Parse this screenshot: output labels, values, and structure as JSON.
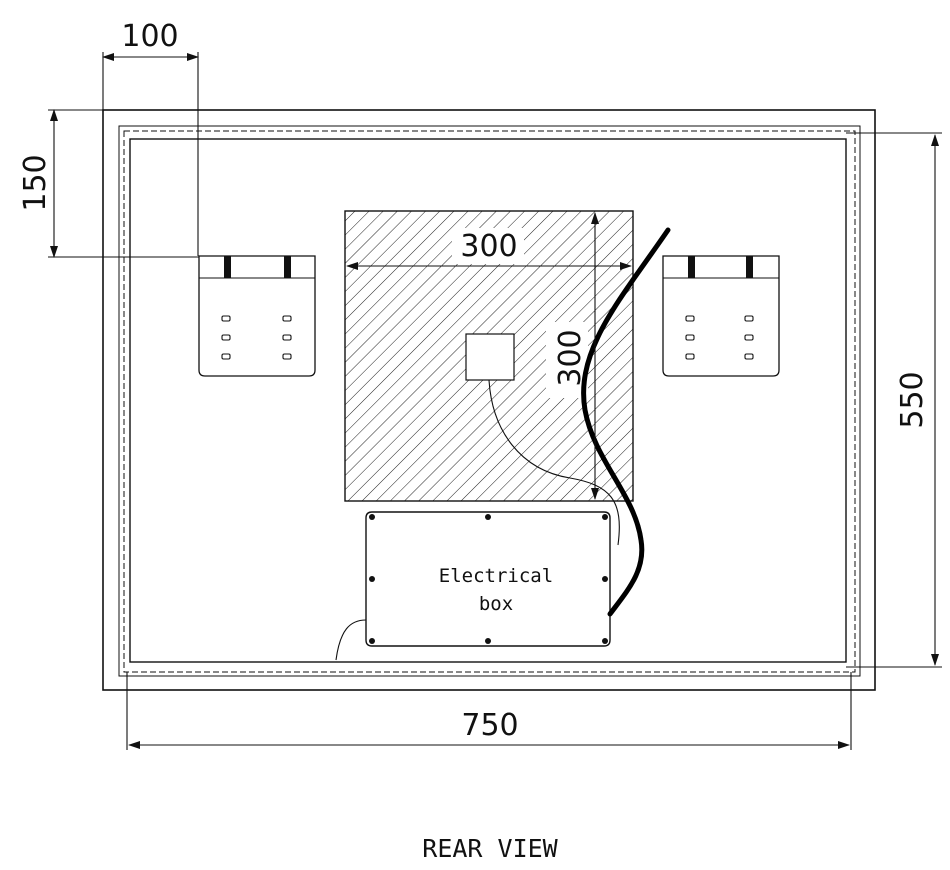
{
  "drawing": {
    "title": "REAR VIEW",
    "dimensions": {
      "bracket_offset_x": "100",
      "bracket_offset_y": "150",
      "panel_width": "300",
      "panel_height": "300",
      "overall_height": "550",
      "overall_width": "750"
    },
    "electrical_box": {
      "line1": "Electrical",
      "line2": "box"
    }
  }
}
